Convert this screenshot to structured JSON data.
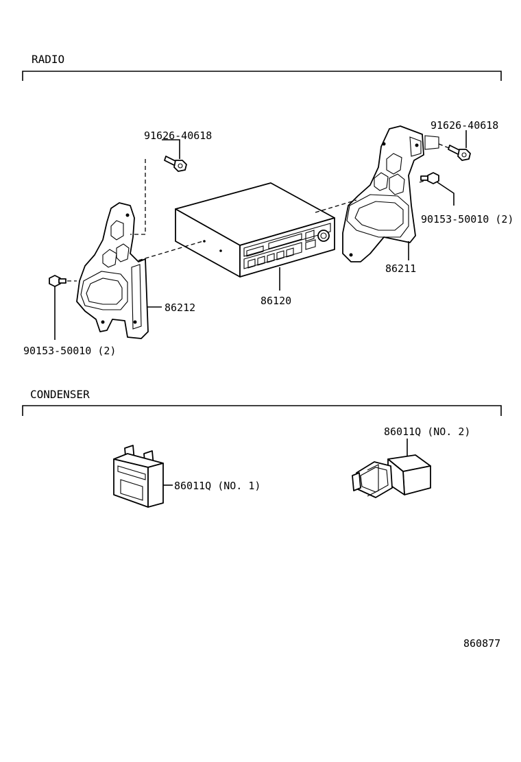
{
  "sections": {
    "radio": "RADIO",
    "condenser": "CONDENSER"
  },
  "labels": {
    "bolt_left": "91626-40618",
    "bolt_right": "91626-40618",
    "screw_left": "90153-50010 (2)",
    "screw_right": "90153-50010 (2)",
    "bracket_left": "86212",
    "bracket_right": "86211",
    "radio_unit": "86120",
    "condenser_1": "86011Q (NO. 1)",
    "condenser_2": "86011Q (NO. 2)"
  },
  "diagram_id": "860877"
}
